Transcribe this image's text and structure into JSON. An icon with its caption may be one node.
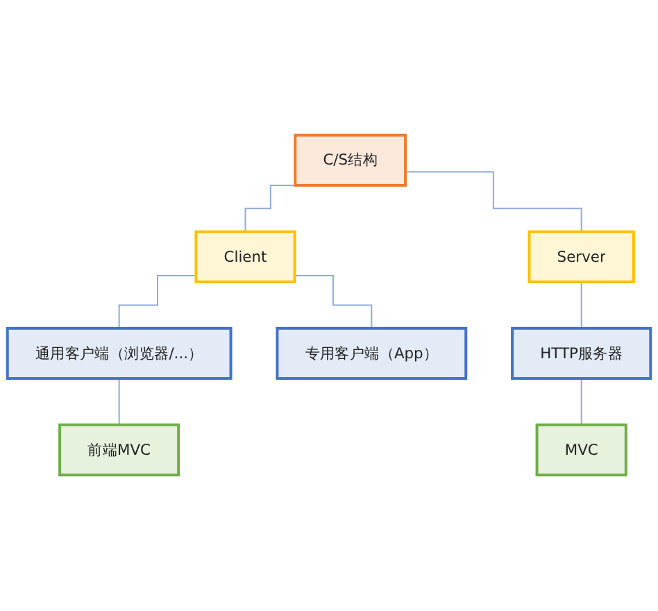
{
  "diagram": {
    "nodes": [
      {
        "text": [
          "C/S结构"
        ]
      },
      {
        "text": [
          "Client"
        ]
      },
      {
        "text": [
          "Server"
        ]
      },
      {
        "text": [
          "通用客户端（浏览器/...）"
        ]
      },
      {
        "text": [
          "专用客户端（App）"
        ]
      },
      {
        "text": [
          "HTTP服务器"
        ]
      },
      {
        "text": [
          "前端MVC"
        ]
      },
      {
        "text": [
          "MVC"
        ]
      }
    ],
    "edges": [
      {
        "from": 0,
        "to": 1,
        "arrow": "none"
      },
      {
        "from": 0,
        "to": 2,
        "arrow": "none"
      },
      {
        "from": 1,
        "to": 3,
        "arrow": "none"
      },
      {
        "from": 1,
        "to": 4,
        "arrow": "none"
      },
      {
        "from": 2,
        "to": 5,
        "arrow": "none"
      },
      {
        "from": 3,
        "to": 6,
        "arrow": "none"
      },
      {
        "from": 5,
        "to": 7,
        "arrow": "none"
      }
    ]
  }
}
